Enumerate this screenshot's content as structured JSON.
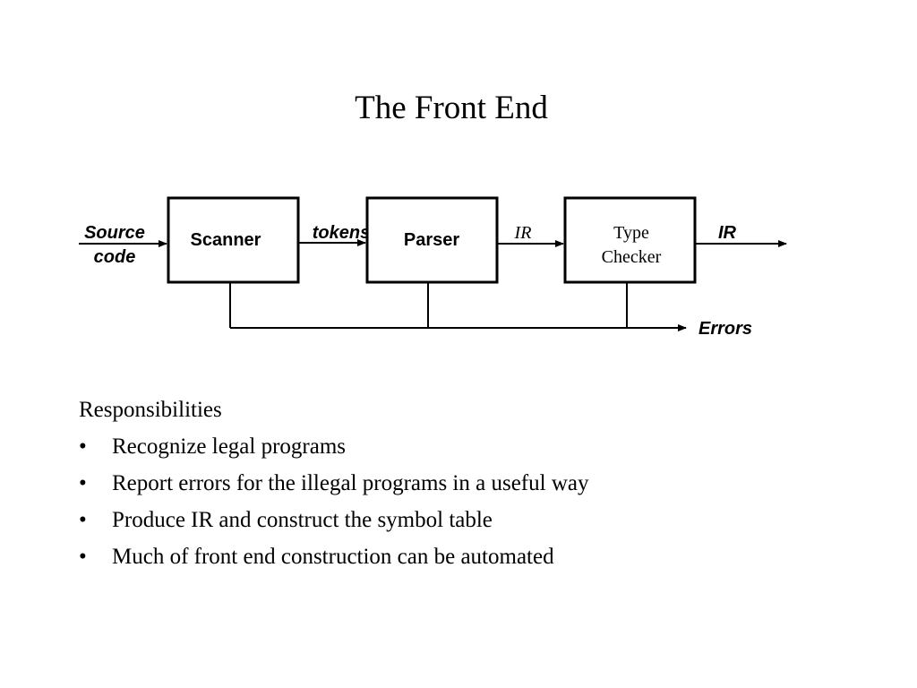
{
  "title": "The Front End",
  "diagram": {
    "input_label_line1": "Source",
    "input_label_line2": "code",
    "boxes": [
      {
        "name": "scanner",
        "lines": [
          "Scanner"
        ]
      },
      {
        "name": "parser",
        "lines": [
          "Parser"
        ]
      },
      {
        "name": "type-checker",
        "lines": [
          "Type",
          "Checker"
        ]
      }
    ],
    "edge_labels": {
      "scanner_to_parser": "tokens",
      "parser_to_checker": "IR",
      "output": "IR",
      "errors": "Errors"
    }
  },
  "responsibilities": {
    "heading": "Responsibilities",
    "bullet_symbol": "•",
    "items": [
      "Recognize legal programs",
      "Report errors for the illegal programs in a useful way",
      "Produce IR and construct the symbol table",
      "Much of front end construction can be automated"
    ]
  }
}
